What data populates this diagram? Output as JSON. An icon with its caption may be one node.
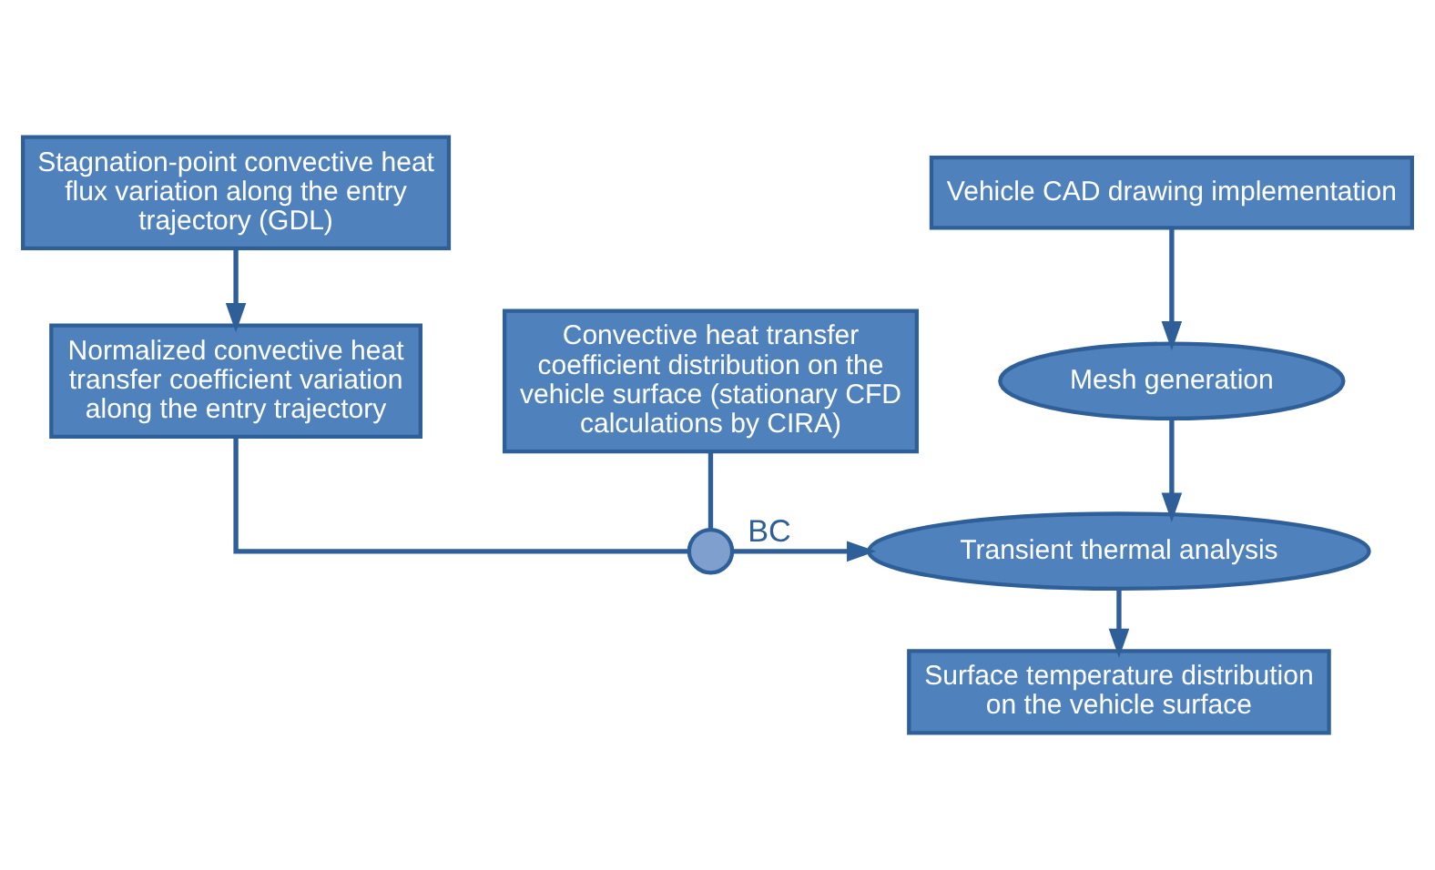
{
  "diagram": {
    "nodes": [
      {
        "text": [
          "Stagnation-point convective heat flux variation along the entry trajectory (GDL)"
        ]
      },
      {
        "text": [
          "Normalized convective heat transfer coefficient variation along the entry trajectory"
        ]
      },
      {
        "text": [
          "Convective heat transfer coefficient distribution on the vehicle surface (stationary CFD calculations by CIRA)"
        ]
      },
      {
        "text": [],
        "shape": "cross"
      },
      {
        "text": [
          "Vehicle CAD drawing implementation"
        ]
      },
      {
        "text": [
          "Mesh generation"
        ]
      },
      {
        "text": [
          "Transient thermal analysis"
        ]
      },
      {
        "text": [
          "Surface temperature distribution on the vehicle surface"
        ]
      }
    ],
    "edges": [
      {
        "from": 0,
        "to": 1,
        "arrow": "to"
      },
      {
        "from": 1,
        "to": 3,
        "arrow": "none"
      },
      {
        "from": 2,
        "to": 3,
        "arrow": "none"
      },
      {
        "from": 3,
        "to": 6,
        "arrow": "to",
        "label": "BC"
      },
      {
        "from": 4,
        "to": 5,
        "arrow": "to"
      },
      {
        "from": 5,
        "to": 6,
        "arrow": "to"
      },
      {
        "from": 6,
        "to": 7,
        "arrow": "to"
      }
    ]
  }
}
